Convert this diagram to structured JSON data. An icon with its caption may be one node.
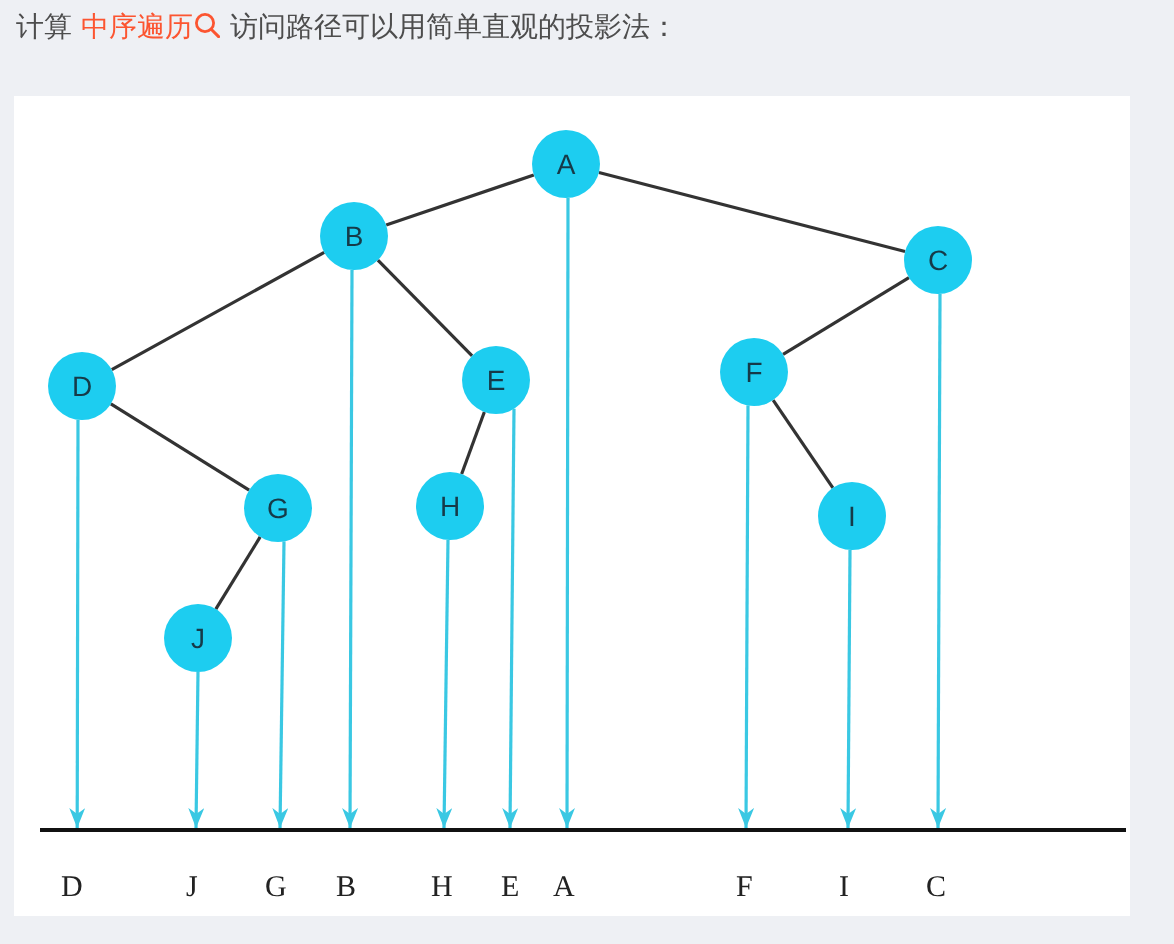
{
  "diagram": {
    "title": "计算 *中序遍历* 访问路径可以用简单直观的投影法：",
    "nodes": [
      {
        "text": [
          "A"
        ]
      },
      {
        "text": [
          "B"
        ]
      },
      {
        "text": [
          "C"
        ]
      },
      {
        "text": [
          "D"
        ]
      },
      {
        "text": [
          "E"
        ]
      },
      {
        "text": [
          "F"
        ]
      },
      {
        "text": [
          "G"
        ]
      },
      {
        "text": [
          "H"
        ]
      },
      {
        "text": [
          "I"
        ]
      },
      {
        "text": [
          "J"
        ]
      },
      {
        "text": [],
        "shape": "bar"
      }
    ],
    "edges": [
      {
        "from": 0,
        "to": 1,
        "arrow": "none",
        "color": "#333333"
      },
      {
        "from": 0,
        "to": 2,
        "arrow": "none",
        "color": "#333333"
      },
      {
        "from": 1,
        "to": 3,
        "arrow": "none",
        "color": "#333333"
      },
      {
        "from": 1,
        "to": 4,
        "arrow": "none",
        "color": "#333333"
      },
      {
        "from": 2,
        "to": 5,
        "arrow": "none",
        "color": "#333333"
      },
      {
        "from": 3,
        "to": 6,
        "arrow": "none",
        "color": "#333333"
      },
      {
        "from": 4,
        "to": 7,
        "arrow": "none",
        "color": "#333333"
      },
      {
        "from": 5,
        "to": 8,
        "arrow": "none",
        "color": "#333333"
      },
      {
        "from": 6,
        "to": 9,
        "arrow": "none",
        "color": "#333333"
      },
      {
        "from": 3,
        "to": 10,
        "arrow": "to",
        "color": "#3ac8e3"
      },
      {
        "from": 9,
        "to": 10,
        "arrow": "to",
        "color": "#3ac8e3"
      },
      {
        "from": 6,
        "to": 10,
        "arrow": "to",
        "color": "#3ac8e3"
      },
      {
        "from": 1,
        "to": 10,
        "arrow": "to",
        "color": "#3ac8e3"
      },
      {
        "from": 7,
        "to": 10,
        "arrow": "to",
        "color": "#3ac8e3"
      },
      {
        "from": 4,
        "to": 10,
        "arrow": "to",
        "color": "#3ac8e3"
      },
      {
        "from": 0,
        "to": 10,
        "arrow": "to",
        "color": "#3ac8e3"
      },
      {
        "from": 5,
        "to": 10,
        "arrow": "to",
        "color": "#3ac8e3"
      },
      {
        "from": 8,
        "to": 10,
        "arrow": "to",
        "color": "#3ac8e3"
      },
      {
        "from": 2,
        "to": 10,
        "arrow": "to",
        "color": "#3ac8e3"
      }
    ],
    "labels": [
      "D",
      "J",
      "G",
      "B",
      "H",
      "E",
      "A",
      "F",
      "I",
      "C"
    ]
  }
}
